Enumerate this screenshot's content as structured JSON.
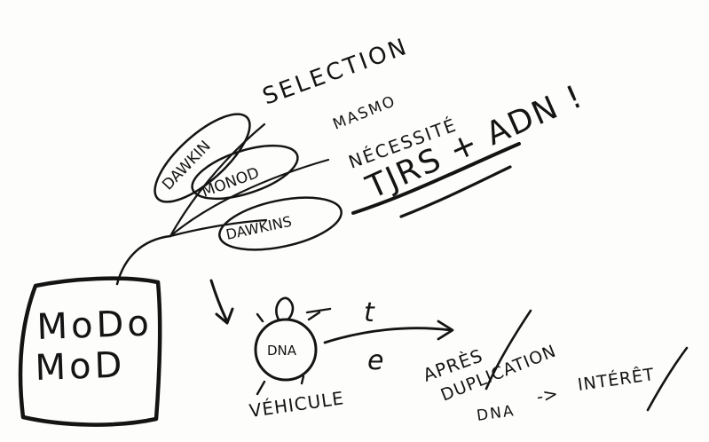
{
  "sketch": {
    "box_text": {
      "line1": "MoDo",
      "line2": "MoD"
    },
    "branches": {
      "dawkin": "DAWKIN",
      "monod": "MONOD",
      "dawkins": "DAWKINS"
    },
    "selection": "SELECTION",
    "masmo": "MASMO",
    "necessite": "NÉCESSITÉ",
    "tjrs_adn": "TJRS + ADN !",
    "cell": {
      "label": "DNA",
      "caption": "VÉHICULE"
    },
    "arrow_t": "t",
    "arrow_e": "e",
    "apres": "APRÈS",
    "duplication": "DUPLICATION",
    "dna_bottom": "DNA",
    "arrow_to": "->",
    "interet": "INTÉRÊT"
  },
  "colors": {
    "ink": "#141414",
    "paper": "#fdfdfc"
  }
}
